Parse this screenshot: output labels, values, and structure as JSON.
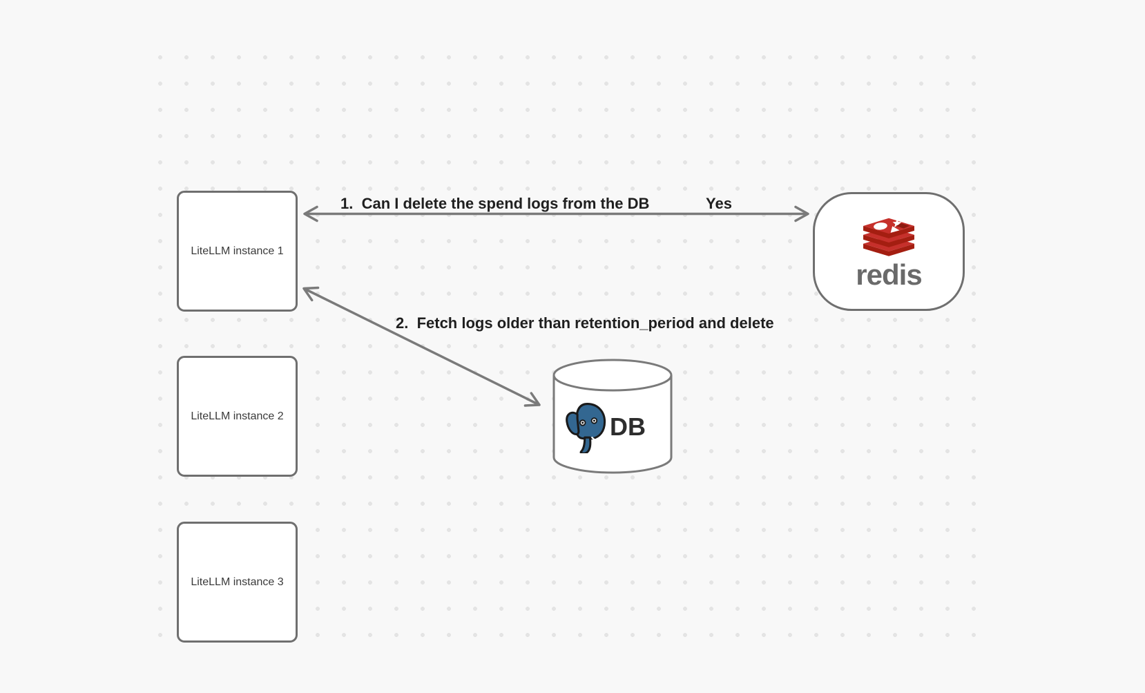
{
  "diagram": {
    "nodes": {
      "instance1": {
        "label": "LiteLLM instance 1"
      },
      "instance2": {
        "label": "LiteLLM instance 2"
      },
      "instance3": {
        "label": "LiteLLM instance 3"
      },
      "redis": {
        "label": "redis"
      },
      "db": {
        "label": "DB"
      }
    },
    "arrows": {
      "arrow1": {
        "label": "1.  Can I delete the spend logs from the DB",
        "response": "Yes",
        "from": "redis",
        "to": "instance1",
        "direction": "bidirectional"
      },
      "arrow2": {
        "label": "2.  Fetch logs older than retention_period and delete",
        "from": "instance1",
        "to": "db",
        "direction": "bidirectional"
      }
    },
    "icons": {
      "redis_logo": "redis-stack-icon",
      "postgres_logo": "postgresql-elephant-icon"
    },
    "colors": {
      "background": "#f8f8f8",
      "dot": "#e4e4e4",
      "node_border": "#6f6f6f",
      "arrow": "#7a7a7a",
      "flow_label_text": "#1f1f1f",
      "node_text": "#3a3a3a",
      "redis_red": "#c6302b",
      "redis_dark_red": "#a41e11",
      "redis_wordmark_gray": "#6a6a6a",
      "postgres_blue": "#336791",
      "db_text": "#2d2d2d"
    }
  }
}
